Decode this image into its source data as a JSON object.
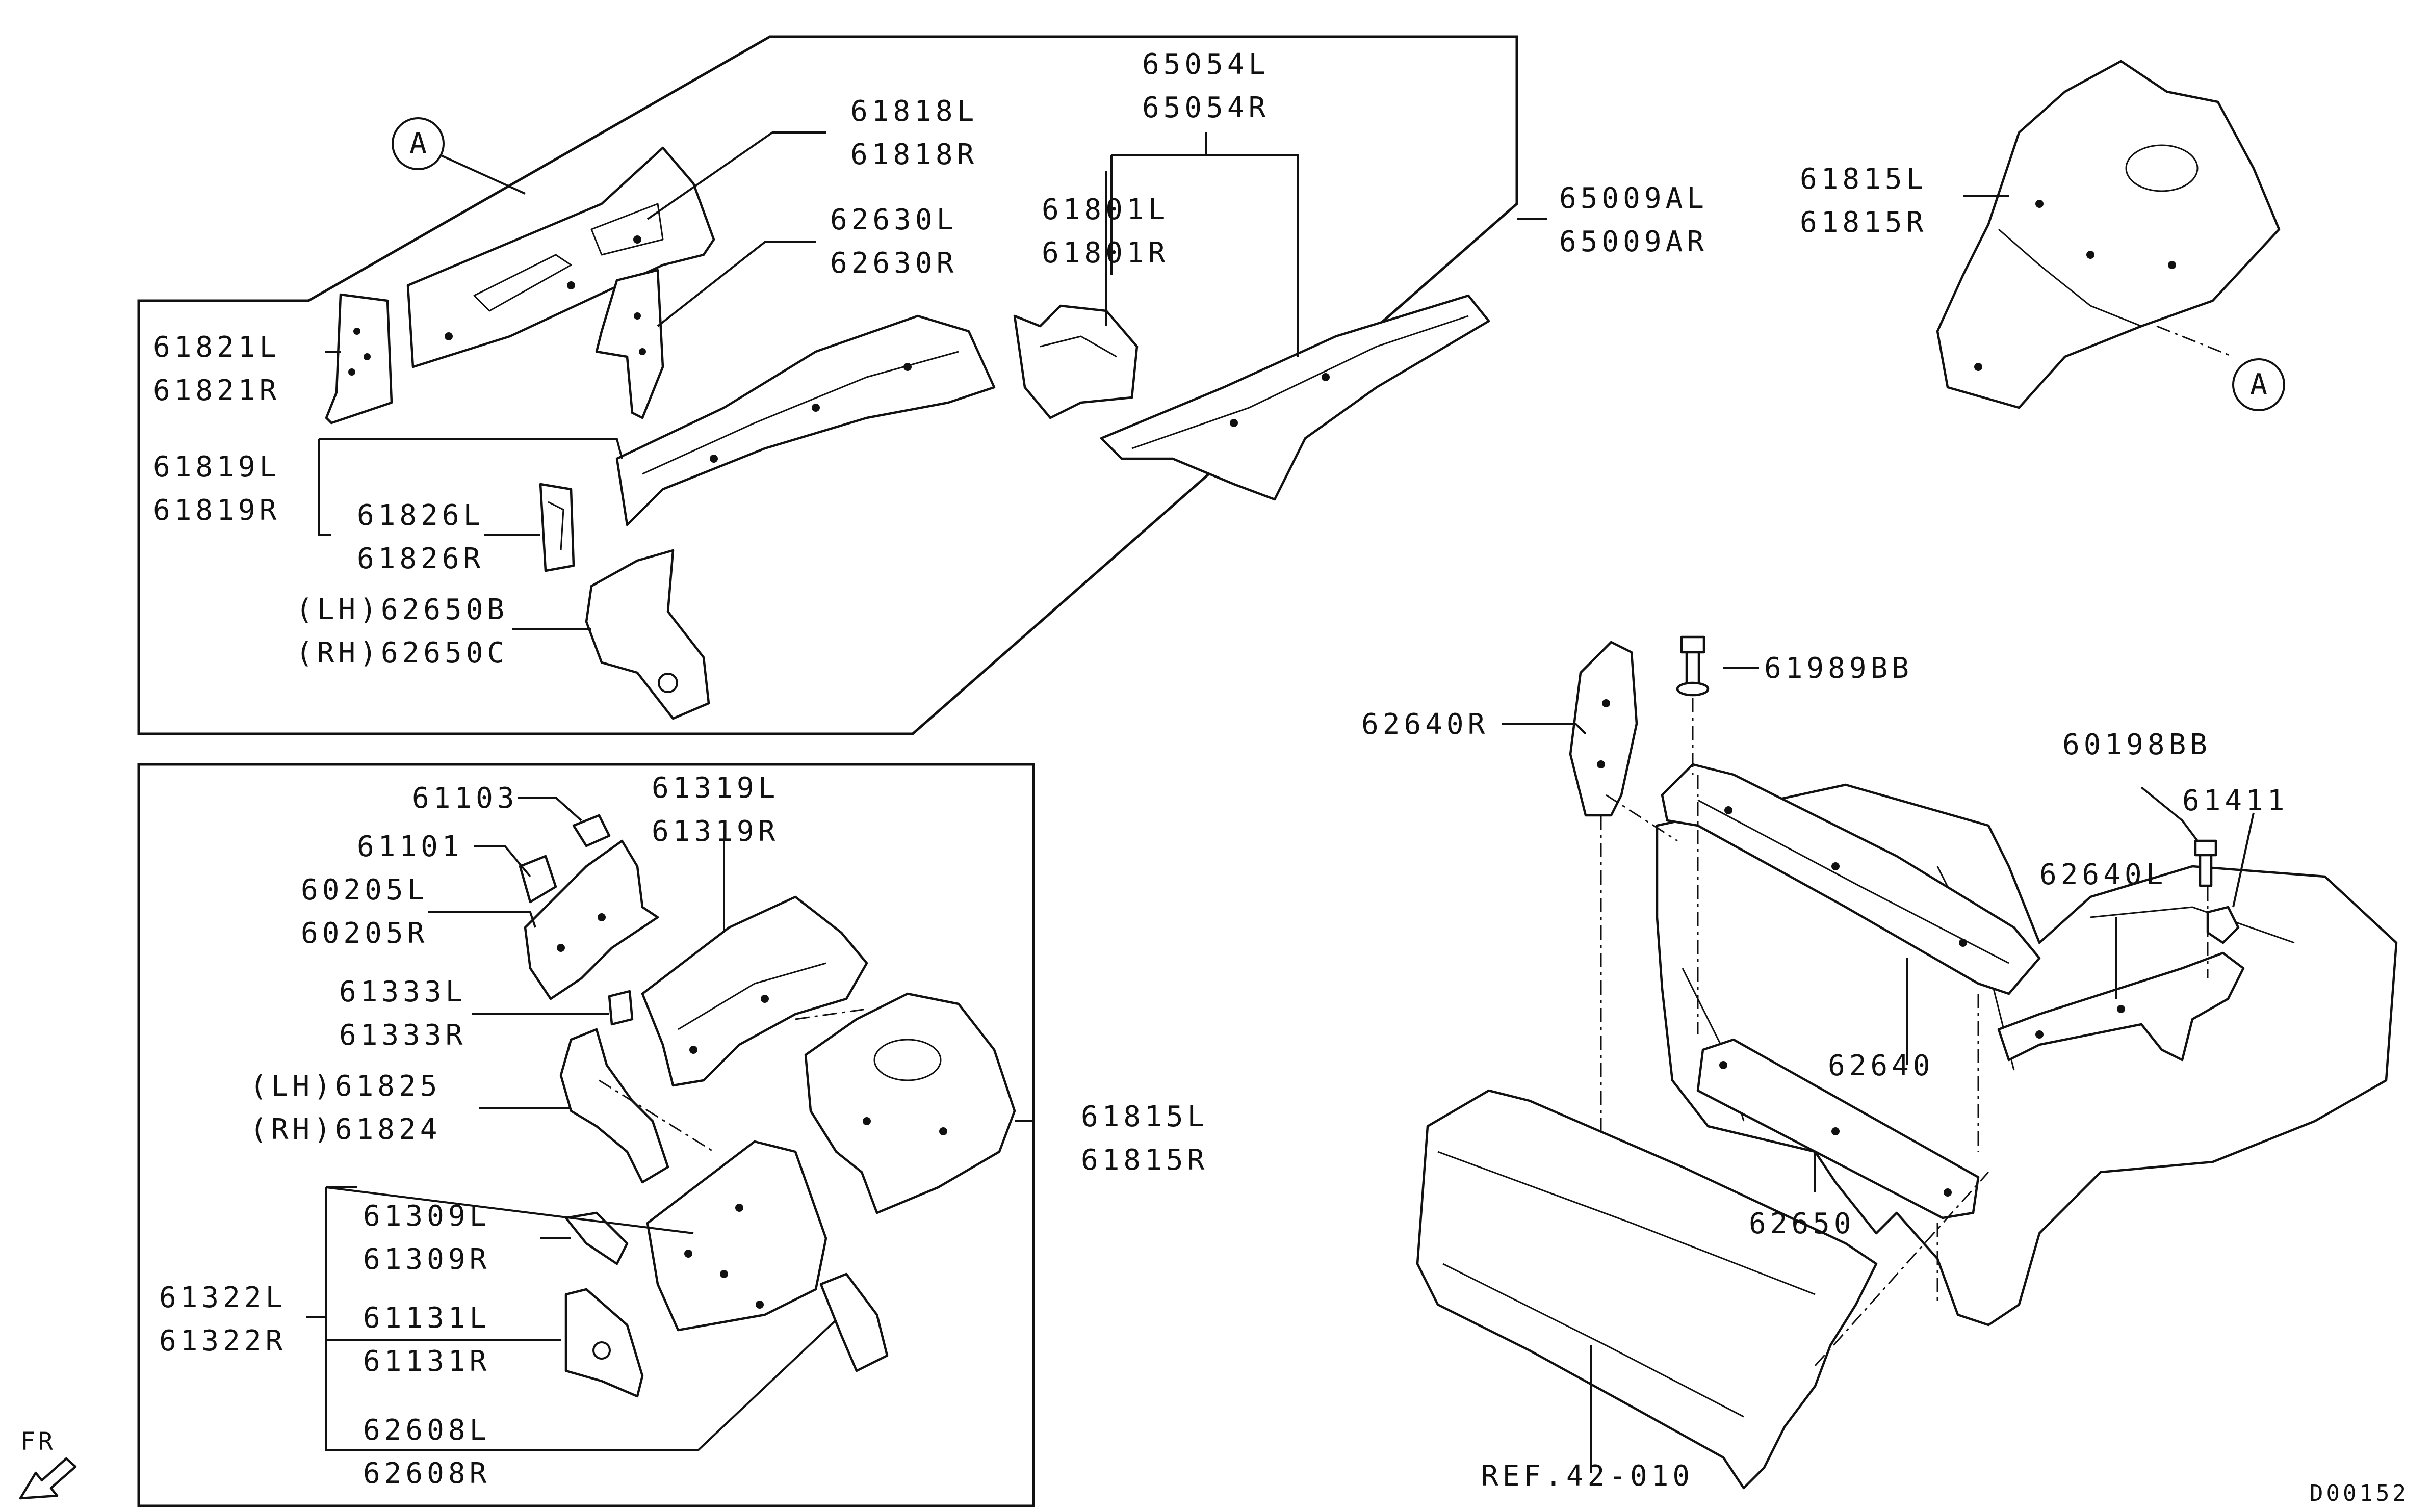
{
  "labels": {
    "p65054L": "65054L",
    "p65054R": "65054R",
    "p61818L": "61818L",
    "p61818R": "61818R",
    "p62630L": "62630L",
    "p62630R": "62630R",
    "p61801L": "61801L",
    "p61801R": "61801R",
    "p65009AL": "65009AL",
    "p65009AR": "65009AR",
    "p61821L": "61821L",
    "p61821R": "61821R",
    "p61819L": "61819L",
    "p61819R": "61819R",
    "p61826L": "61826L",
    "p61826R": "61826R",
    "p62650B": "(LH)62650B",
    "p62650C": "(RH)62650C",
    "p61815L_top": "61815L",
    "p61815R_top": "61815R",
    "p61989BB": "61989BB",
    "p62640R": "62640R",
    "p60198BB": "60198BB",
    "p61411": "61411",
    "p62640L": "62640L",
    "p62640": "62640",
    "p62650": "62650",
    "pREF": "REF.42-010",
    "p61103": "61103",
    "p61101": "61101",
    "p60205L": "60205L",
    "p60205R": "60205R",
    "p61319L": "61319L",
    "p61319R": "61319R",
    "p61333L": "61333L",
    "p61333R": "61333R",
    "p61825": "(LH)61825",
    "p61824": "(RH)61824",
    "p61815L_mid": "61815L",
    "p61815R_mid": "61815R",
    "p61309L": "61309L",
    "p61309R": "61309R",
    "p61322L": "61322L",
    "p61322R": "61322R",
    "p61131L": "61131L",
    "p61131R": "61131R",
    "p62608L": "62608L",
    "p62608R": "62608R"
  },
  "callouts": {
    "marker_left": "A",
    "marker_right": "A"
  },
  "direction": {
    "fr": "FR"
  },
  "diagram_code": "D00152"
}
